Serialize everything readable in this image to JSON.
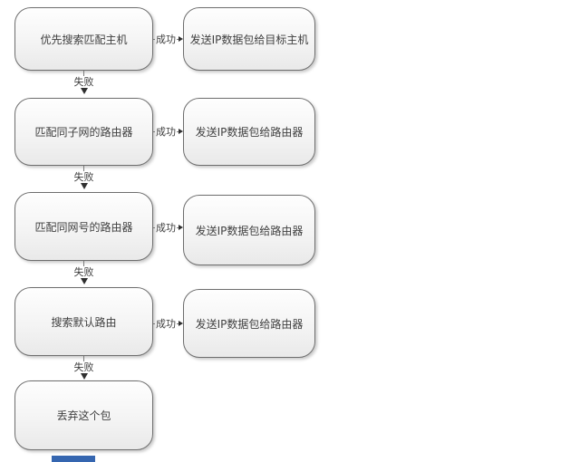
{
  "flow": {
    "rows": [
      {
        "left": "优先搜索匹配主机",
        "success": "成功",
        "right": "发送IP数据包给目标主机",
        "fail": "失败"
      },
      {
        "left": "匹配同子网的路由器",
        "success": "成功",
        "right": "发送IP数据包给路由器",
        "fail": "失败"
      },
      {
        "left": "匹配同网号的路由器",
        "success": "成功",
        "right": "发送IP数据包给路由器",
        "fail": "失败"
      },
      {
        "left": "搜索默认路由",
        "success": "成功",
        "right": "发送IP数据包给路由器",
        "fail": "失败"
      },
      {
        "left": "丢弃这个包"
      }
    ],
    "colors": {
      "node_border": "#6e6e6e",
      "node_fill_top": "#fefefe",
      "node_fill_bottom": "#e9e9e9",
      "text": "#3f3f3f",
      "connector_line": "#7a7a7a",
      "arrowhead": "#2f2f2f",
      "bottom_fragment_blue": "#3566b0"
    }
  }
}
